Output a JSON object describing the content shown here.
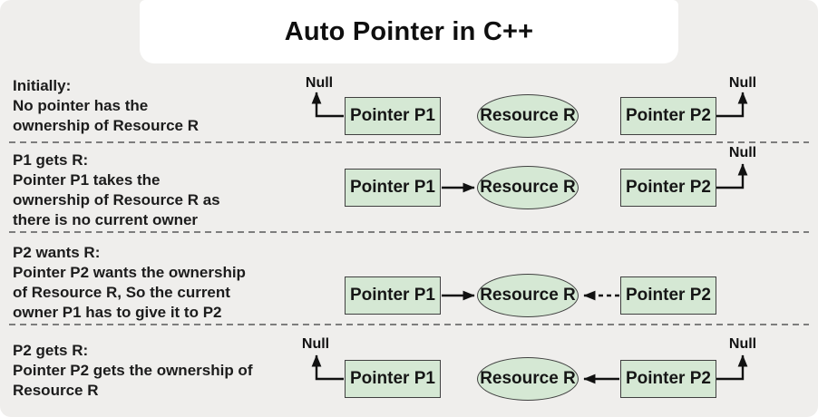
{
  "title": "Auto Pointer in C++",
  "labels": {
    "null_label": "Null",
    "p1": "Pointer P1",
    "resource": "Resource R",
    "p2": "Pointer P2"
  },
  "rows": [
    {
      "id": "initially",
      "caption": "Initially:\nNo pointer has the\nownership of Resource R"
    },
    {
      "id": "p1-gets-r",
      "caption": "P1 gets R:\nPointer P1 takes the\nownership of Resource R as\nthere is no current owner"
    },
    {
      "id": "p2-wants-r",
      "caption": "P2 wants R:\nPointer P2 wants the ownership\nof Resource R, So the current\nowner P1 has to give it to P2"
    },
    {
      "id": "p2-gets-r",
      "caption": "P2 gets R:\nPointer P2 gets the ownership of\nResource R"
    }
  ],
  "colors": {
    "canvas_bg": "#efeeec",
    "title_bg": "#ffffff",
    "node_fill": "#d5e8d4",
    "node_border": "#404040",
    "arrow": "#111111",
    "separator": "#7d7d7d",
    "text": "#1c1c1c"
  }
}
